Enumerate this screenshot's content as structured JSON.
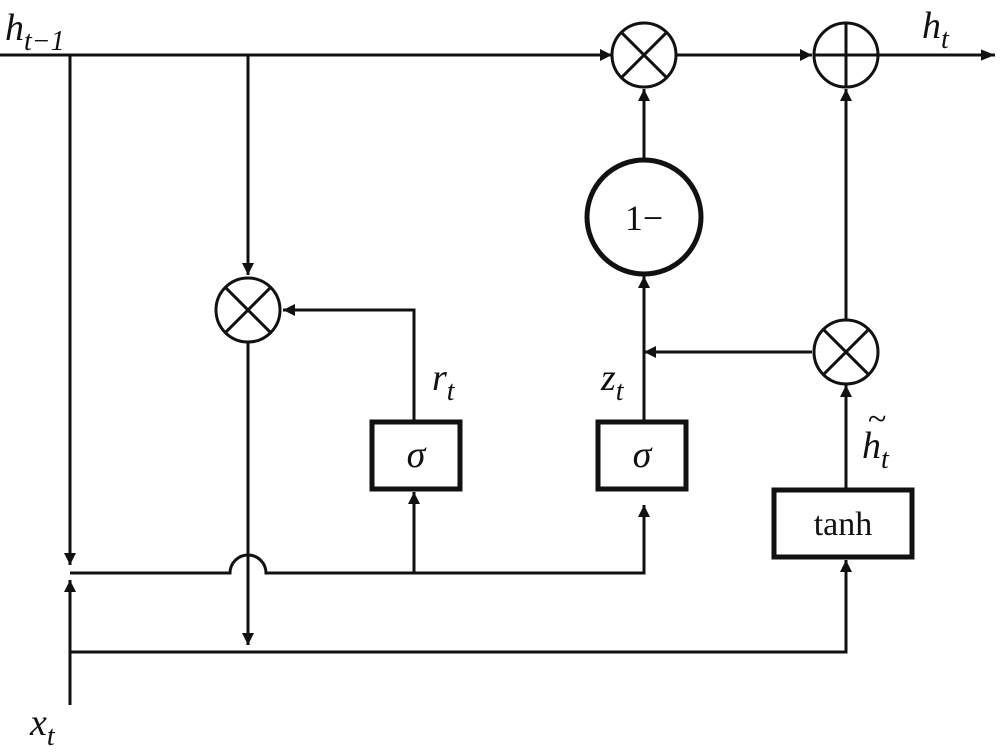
{
  "labels": {
    "h_prev": {
      "base": "h",
      "sub": "t−1"
    },
    "h_t": {
      "base": "h",
      "sub": "t"
    },
    "x_t": {
      "base": "x",
      "sub": "t"
    },
    "r_t": {
      "base": "r",
      "sub": "t"
    },
    "z_t": {
      "base": "z",
      "sub": "t"
    },
    "h_tilde": {
      "base": "h",
      "sub": "t",
      "accent": "~"
    }
  },
  "blocks": {
    "sigma_reset": "σ",
    "sigma_update": "σ",
    "tanh": "tanh",
    "one_minus": "1−"
  },
  "operators": {
    "multiply": "multiply-icon",
    "add": "plus-icon"
  }
}
